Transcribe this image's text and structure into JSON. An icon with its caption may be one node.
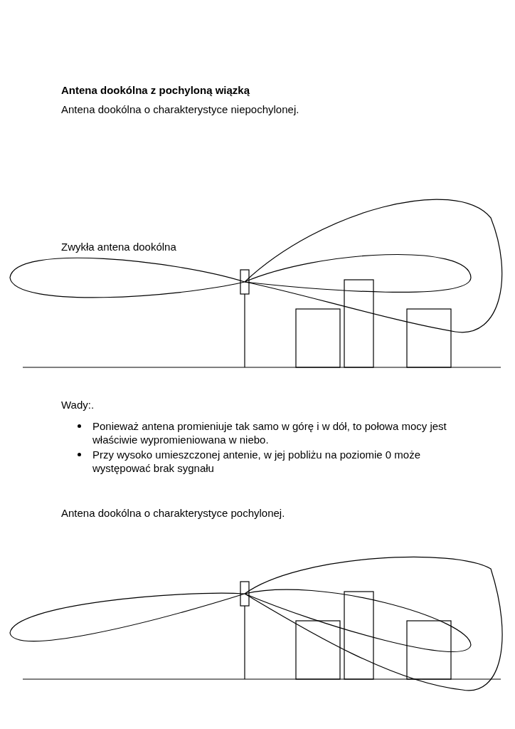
{
  "diagram": {
    "title": "Antena dookólna z pochyloną wiązką",
    "labels": [
      "Antena dookólna o charakterystyce niepochylonej.",
      "Zwykła antena dookólna",
      "Wady:.",
      "Ponieważ antena promieniuje tak samo w górę i w dół, to połowa mocy jest właściwie wypromieniowana w niebo.",
      "Przy wysoko umieszczonej antenie, w jej pobliżu na poziomie 0 może występować brak sygnału",
      "Antena dookólna o charakterystyce pochylonej."
    ]
  }
}
